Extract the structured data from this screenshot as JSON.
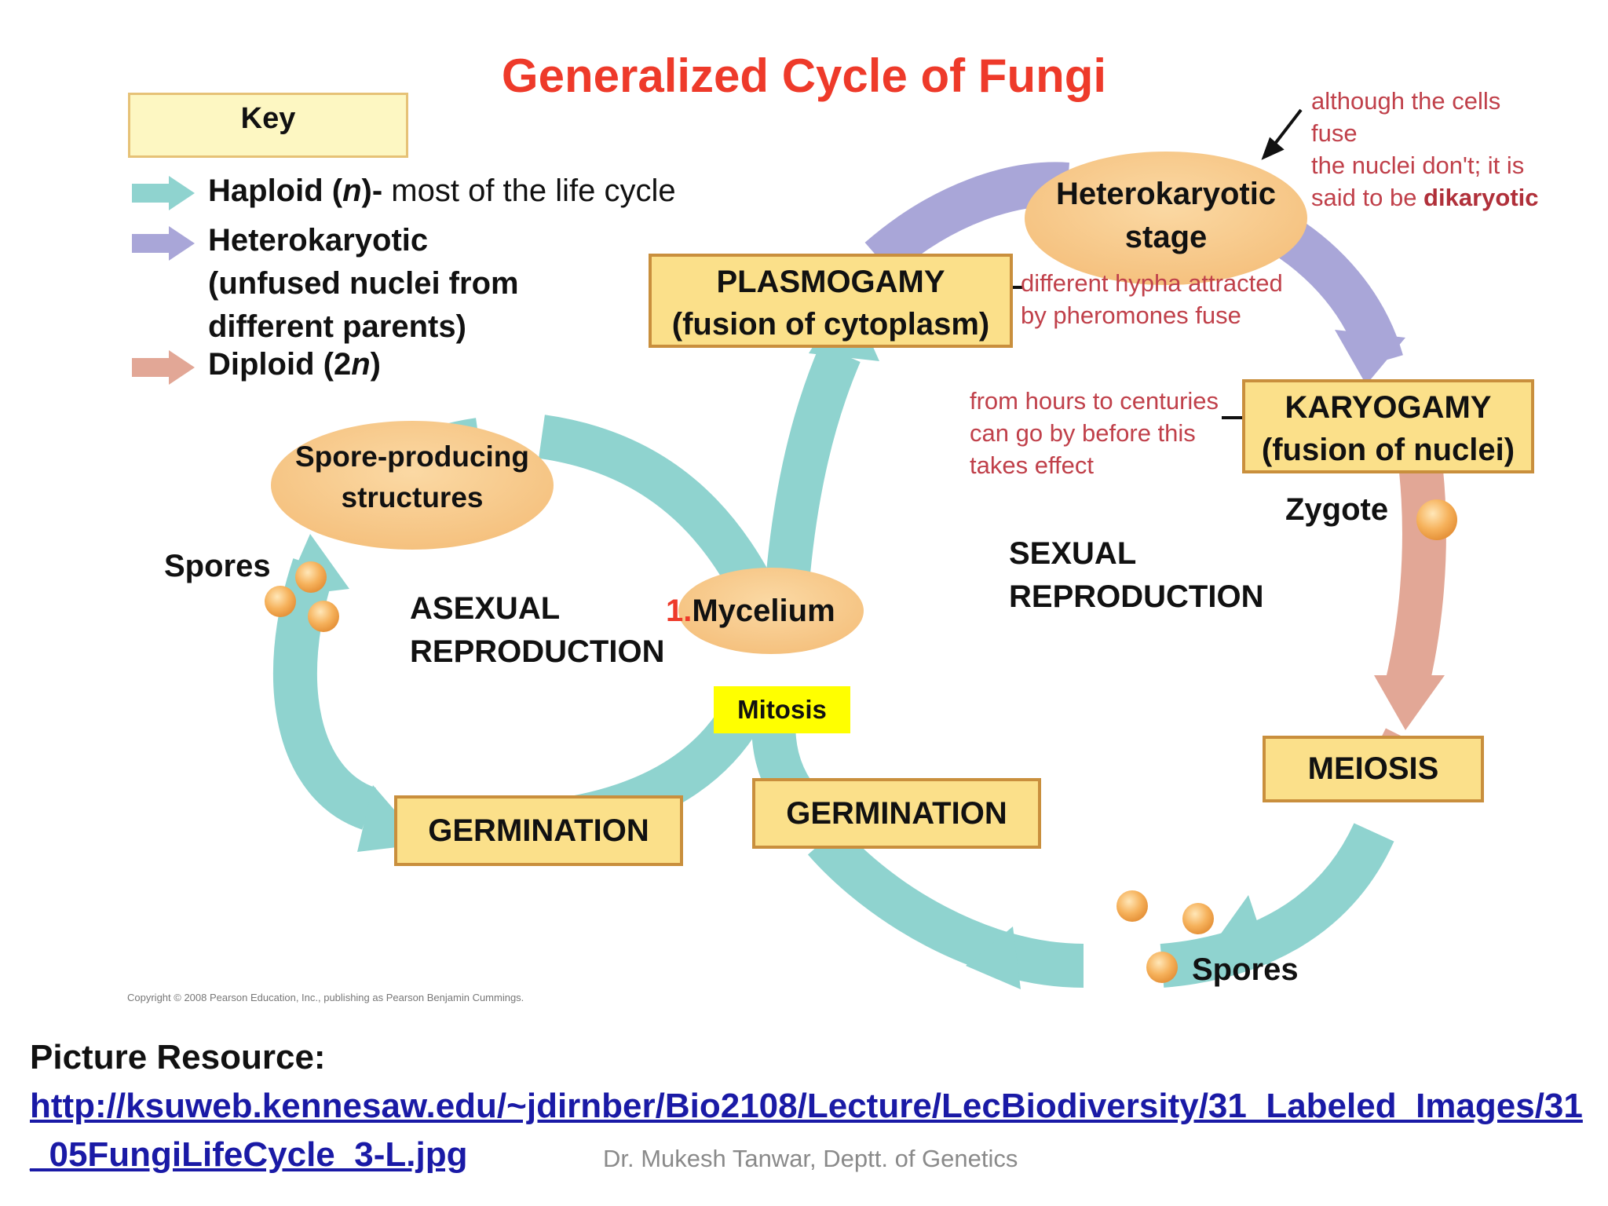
{
  "title": "Generalized Cycle of Fungi",
  "colors": {
    "title": "#ee3a2a",
    "haploid_teal": "#8fd3cf",
    "heterokaryotic_lavender": "#a9a6d8",
    "diploid_salmon": "#e2a796",
    "box_fill": "#fbe08a",
    "ellipse_fill": "#f8c787",
    "note_red": "#c0404a",
    "mitosis_highlight": "#ffff00",
    "link_blue": "#1a1aa6"
  },
  "key": {
    "label": "Key",
    "haploid": {
      "bold": "Haploid (",
      "n": "n",
      "close": ")-",
      "rest": " most of the life cycle"
    },
    "heterokaryotic": {
      "line1": "Heterokaryotic",
      "line2": "(unfused nuclei from",
      "line3": "different parents)"
    },
    "diploid": {
      "text": "Diploid (2",
      "n": "n",
      "close": ")"
    }
  },
  "boxes": {
    "plasmogamy": {
      "line1": "PLASMOGAMY",
      "line2": "(fusion of cytoplasm)"
    },
    "karyogamy": {
      "line1": "KARYOGAMY",
      "line2": "(fusion of nuclei)"
    },
    "meiosis": "MEIOSIS",
    "germination_left": "GERMINATION",
    "germination_right": "GERMINATION"
  },
  "ellipses": {
    "heterokaryotic_stage": {
      "line1": "Heterokaryotic",
      "line2": "stage"
    },
    "spore_producing": {
      "line1": "Spore-producing",
      "line2": "structures"
    },
    "mycelium": {
      "num": "1.",
      "label": "Mycelium"
    }
  },
  "labels": {
    "spores_left": "Spores",
    "spores_bottom": "Spores",
    "zygote": "Zygote",
    "asexual": {
      "line1": "ASEXUAL",
      "line2": "REPRODUCTION"
    },
    "sexual": {
      "line1": "SEXUAL",
      "line2": "REPRODUCTION"
    },
    "mitosis": "Mitosis"
  },
  "notes": {
    "dikaryotic": {
      "l1": "although the cells",
      "l2": "fuse",
      "l3": "the nuclei don't; it is",
      "l4a": "said to be ",
      "l4b": "dikaryotic"
    },
    "pheromones": {
      "l1": "different hypha attracted",
      "l2": "by pheromones fuse"
    },
    "centuries": {
      "l1": "from hours to centuries",
      "l2": "can go by before this",
      "l3": "takes effect"
    }
  },
  "copyright": "Copyright © 2008 Pearson Education, Inc., publishing as Pearson Benjamin Cummings.",
  "resource": {
    "title": "Picture Resource:",
    "url": "http://ksuweb.kennesaw.edu/~jdirnber/Bio2108/Lecture/LecBiodiversity/31_Labeled_Images/31_05FungiLifeCycle_3-L.jpg"
  },
  "author": "Dr. Mukesh Tanwar, Deptt. of Genetics"
}
